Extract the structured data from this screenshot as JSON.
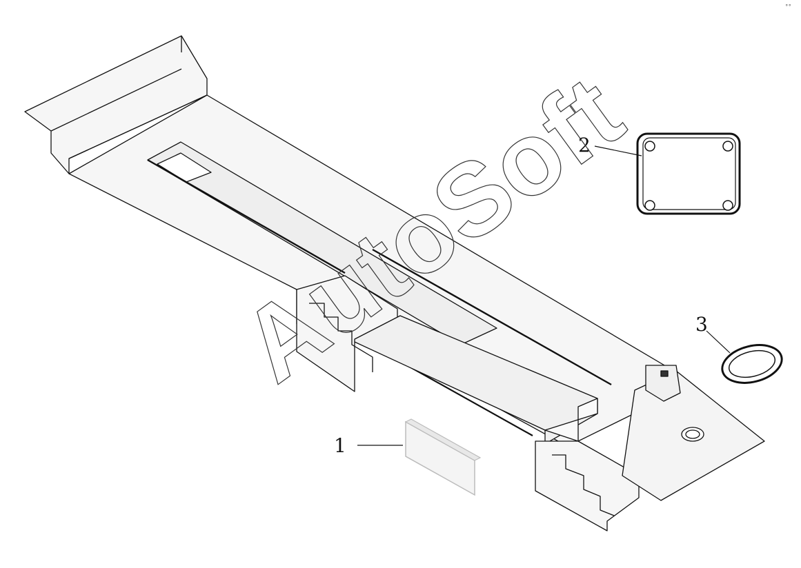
{
  "callouts": [
    {
      "number": "1",
      "part": "pad"
    },
    {
      "number": "2",
      "part": "cover-plate"
    },
    {
      "number": "3",
      "part": "ring-washer"
    }
  ],
  "watermark": {
    "text": "AutoSoft"
  },
  "colors": {
    "line": "#111111",
    "fill": "#f4f4f4",
    "dark": "#333333",
    "background": "#ffffff"
  }
}
